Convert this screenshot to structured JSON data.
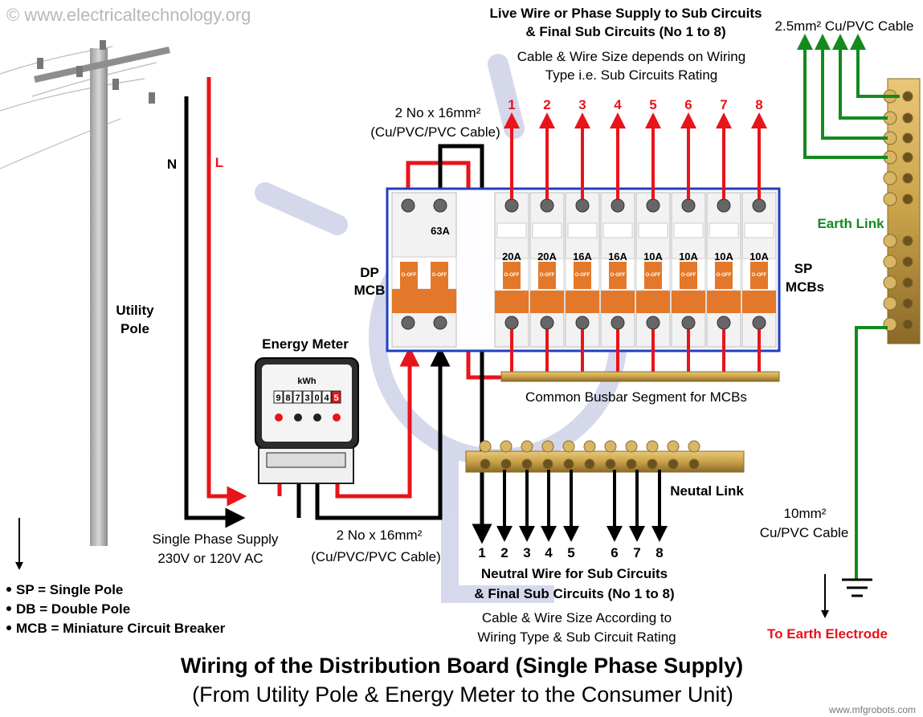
{
  "watermark_top": "© www.electricaltechnology.org",
  "watermark_bottom": "www.mfgrobots.com",
  "live_heading": [
    "Live Wire or Phase Supply to Sub Circuits",
    "& Final Sub Circuits (No 1 to 8)"
  ],
  "live_note": [
    "Cable & Wire Size depends on Wiring",
    "Type i.e. Sub Circuits Rating"
  ],
  "earth_cable": "2.5mm² Cu/PVC Cable",
  "pole": {
    "neutral_label": "N",
    "live_label": "L",
    "name": [
      "Utility",
      "Pole"
    ]
  },
  "dp_cable": [
    "2 No x 16mm²",
    "(Cu/PVC/PVC Cable)"
  ],
  "dp_mcb": {
    "label": [
      "DP",
      "MCB"
    ],
    "rating": "63A"
  },
  "sp_mcbs": {
    "label": [
      "SP",
      "MCBs"
    ],
    "ratings": [
      "20A",
      "20A",
      "16A",
      "16A",
      "10A",
      "10A",
      "10A",
      "10A"
    ]
  },
  "mcb_off_text": "O-OFF",
  "circuit_numbers": [
    "1",
    "2",
    "3",
    "4",
    "5",
    "6",
    "7",
    "8"
  ],
  "busbar_label": "Common Busbar Segment for MCBs",
  "earth_link_label": "Earth Link",
  "energy_meter": {
    "title": "Energy Meter",
    "unit": "kWh",
    "digits": [
      "9",
      "8",
      "7",
      "3",
      "0",
      "4",
      "5"
    ]
  },
  "supply_label": [
    "Single Phase Supply",
    "230V or 120V AC"
  ],
  "meter_cable": [
    "2 No x 16mm²",
    "(Cu/PVC/PVC Cable)"
  ],
  "neutral_link_label": "Neutal Link",
  "earth_main_cable": [
    "10mm²",
    "Cu/PVC Cable"
  ],
  "earth_electrode_label": "To Earth Electrode",
  "neutral_heading": [
    "Neutral Wire for Sub Circuits",
    "& Final Sub Circuits (No 1 to 8)"
  ],
  "neutral_note": [
    "Cable & Wire Size According to",
    "Wiring Type & Sub Circuit Rating"
  ],
  "legend": [
    "SP = Single Pole",
    "DB = Double Pole",
    "MCB = Miniature Circuit Breaker"
  ],
  "title": "Wiring of the Distribution Board (Single Phase Supply)",
  "subtitle": "(From Utility Pole & Energy Meter to the Consumer Unit)",
  "colors": {
    "live": "#e8141b",
    "neutral": "#000000",
    "earth": "#138a1d",
    "board_border": "#1e3fc0",
    "breaker_orange": "#e4782a",
    "brass": "#c9a24a"
  }
}
